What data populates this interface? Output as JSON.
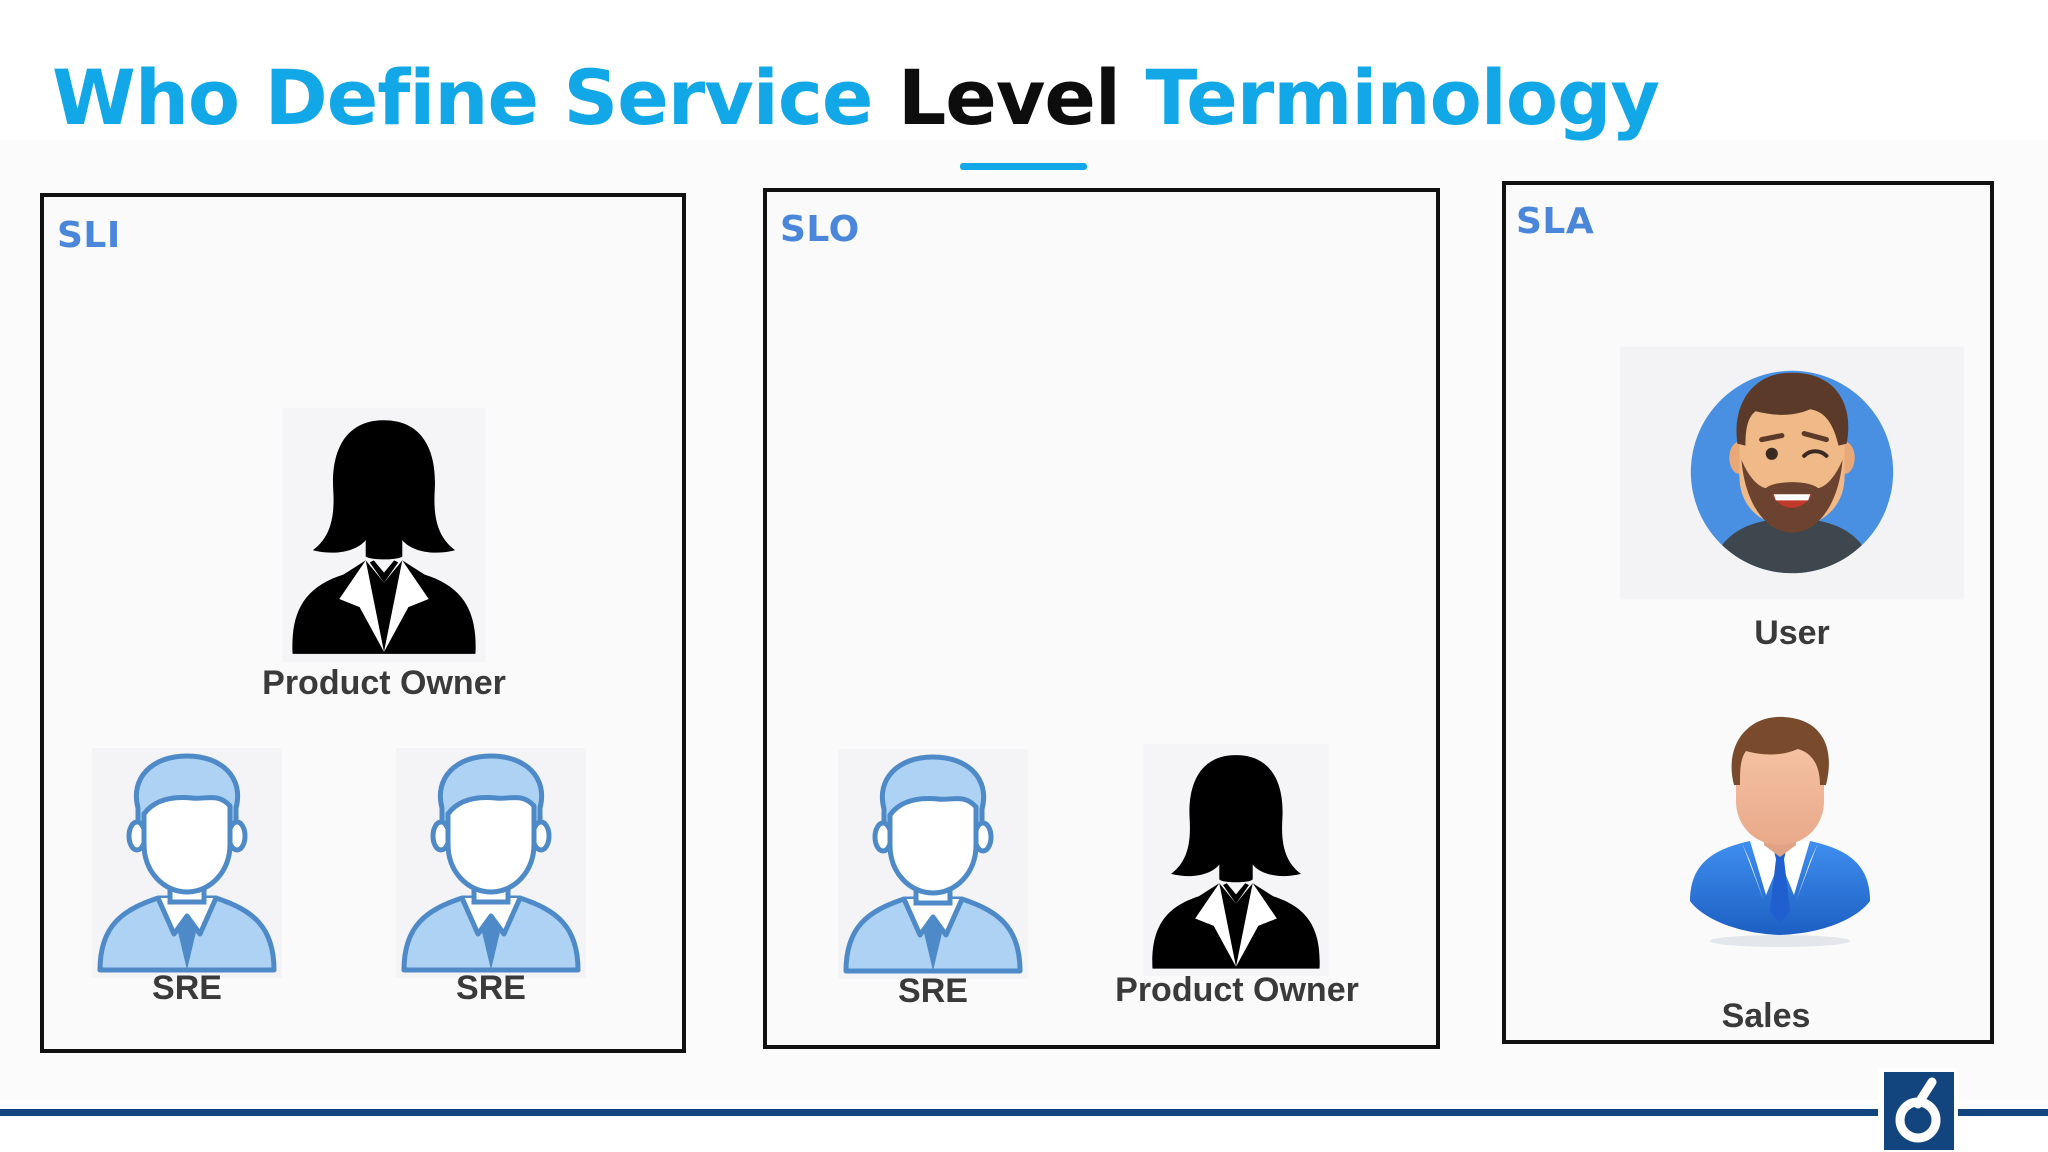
{
  "title": {
    "part1": "Who Define Service ",
    "part2": "Level",
    "part3": " Terminology"
  },
  "panels": [
    {
      "label": "SLI",
      "roles": [
        "Product Owner",
        "SRE",
        "SRE"
      ]
    },
    {
      "label": "SLO",
      "roles": [
        "SRE",
        "Product Owner"
      ]
    },
    {
      "label": "SLA",
      "roles": [
        "User",
        "Sales"
      ]
    }
  ],
  "colors": {
    "title_accent": "#12a8e8",
    "label_blue": "#4a86d9",
    "footer_navy": "#12457e",
    "sre_fill": "#aed2f4",
    "sre_stroke": "#4f8ac8"
  },
  "icons": [
    "businesswoman-silhouette-icon",
    "sre-engineer-icon",
    "smiling-user-icon",
    "salesman-icon",
    "company-logo-icon"
  ]
}
